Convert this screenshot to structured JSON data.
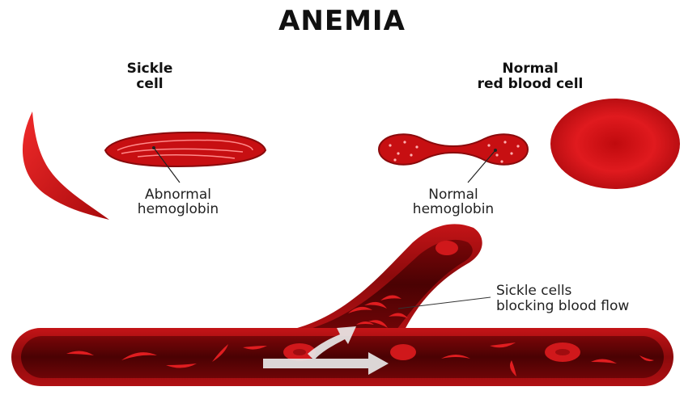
{
  "title": "ANEMIA",
  "headings": {
    "sickle": [
      "Sickle",
      "cell"
    ],
    "normal": [
      "Normal",
      "red blood cell"
    ]
  },
  "labels": {
    "abnormal": [
      "Abnormal",
      "hemoglobin"
    ],
    "normal": [
      "Normal",
      "hemoglobin"
    ],
    "blocking": [
      "Sickle cells",
      "blocking blood flow"
    ]
  },
  "colors": {
    "blood_red": "#d01519",
    "dark_red": "#8a0a0c",
    "vessel_wall": "#a50d10",
    "vessel_inner": "#5a0406",
    "arrow": "#e8e8e8"
  }
}
